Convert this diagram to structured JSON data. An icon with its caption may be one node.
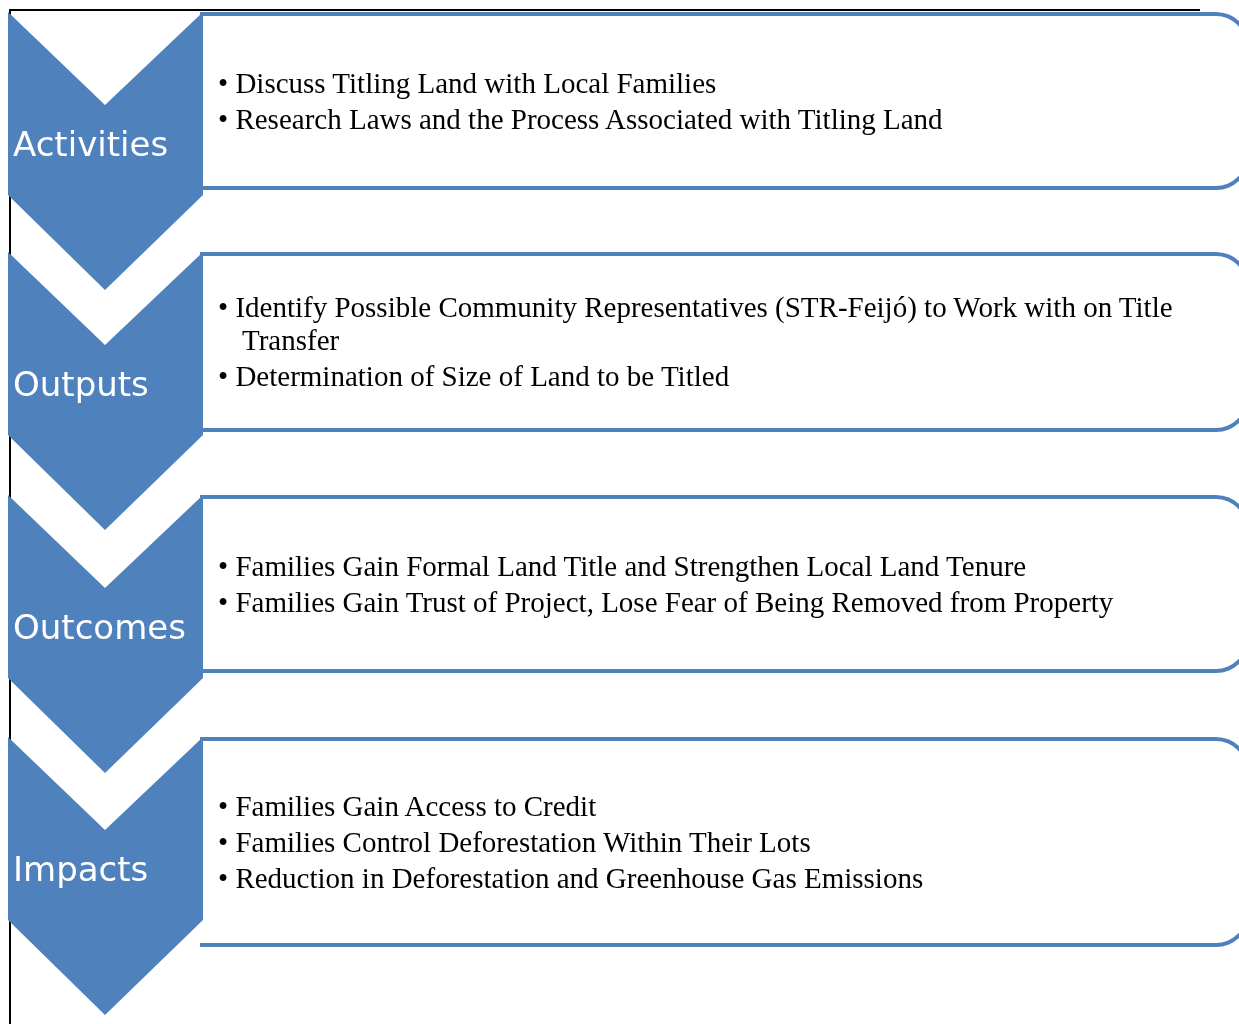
{
  "diagram": {
    "nodes": [
      {
        "text": [
          "Activities"
        ]
      },
      {
        "text": [
          "• Discuss Titling Land with Local Families",
          "• Research Laws and the Process Associated with Titling Land"
        ]
      },
      {
        "text": [
          "Outputs"
        ]
      },
      {
        "text": [
          "• Identify Possible Community Representatives (STR-Feijó) to Work with on Title Transfer",
          "• Determination of Size of Land to be Titled"
        ]
      },
      {
        "text": [
          "Outcomes"
        ]
      },
      {
        "text": [
          "• Families Gain Formal Land Title and Strengthen Local Land Tenure",
          "• Families Gain Trust of Project, Lose Fear of Being Removed from Property"
        ]
      },
      {
        "text": [
          "Impacts"
        ]
      },
      {
        "text": [
          "• Families Gain Access to Credit",
          "• Families Control Deforestation Within Their Lots",
          "• Reduction in Deforestation and Greenhouse Gas Emissions"
        ]
      }
    ]
  }
}
